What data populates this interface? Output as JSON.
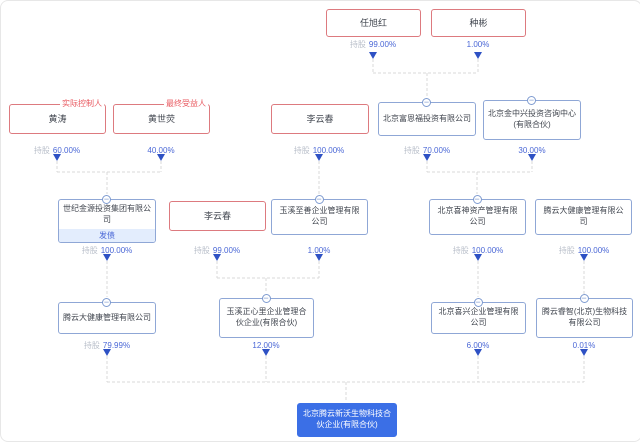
{
  "labels": {
    "holding": "持股"
  },
  "badges": {
    "actual_controller": "实际控制人",
    "ultimate_beneficiary": "最终受益人",
    "bond_issuer": "发债"
  },
  "nodes": {
    "renxuhong": "任旭红",
    "zhongbin": "种彬",
    "huangtao": "黄涛",
    "huangshiying": "黄世荧",
    "liyunchun_top": "李云春",
    "fuenfu": "北京富恩福投资有限公司",
    "jinzhongxing": "北京金中兴投资咨询中心(有限合伙)",
    "shijijinyuan": "世纪金源投资集团有限公司",
    "liyunchun_mid": "李云春",
    "yuxizhishan": "玉溪至善企业管理有限公司",
    "xishen": "北京喜神资产管理有限公司",
    "tengyun_right": "腾云大健康管理有限公司",
    "tengyun_left": "腾云大健康管理有限公司",
    "zhengxinli": "玉溪正心里企业管理合伙企业(有限合伙)",
    "xixing": "北京喜兴企业管理有限公司",
    "ruizhi": "腾云睿智(北京)生物科技有限公司",
    "target": "北京腾云新沃生物科技合伙企业(有限合伙)"
  },
  "edges": {
    "renxuhong_pct": "99.00%",
    "zhongbin_pct": "1.00%",
    "huangtao_pct": "60.00%",
    "huangshiying_pct": "40.00%",
    "liyunchun_top_pct": "100.00%",
    "fuenfu_pct": "70.00%",
    "jinzhongxing_pct": "30.00%",
    "shijijinyuan_pct": "100.00%",
    "liyunchun_mid_pct": "99.00%",
    "yuxizhishan_pct": "1.00%",
    "xishen_pct": "100.00%",
    "tengyun_right_pct": "100.00%",
    "tengyun_left_pct": "79.99%",
    "zhengxinli_pct": "12.00%",
    "xixing_pct": "6.00%",
    "ruizhi_pct": "0.01%"
  },
  "colors": {
    "accent_blue": "#3b6fe6",
    "company_border": "#8fa7d6",
    "person_border": "#dd7a7f",
    "pct_text": "#4a67d6",
    "tag_red": "#e8575e"
  }
}
